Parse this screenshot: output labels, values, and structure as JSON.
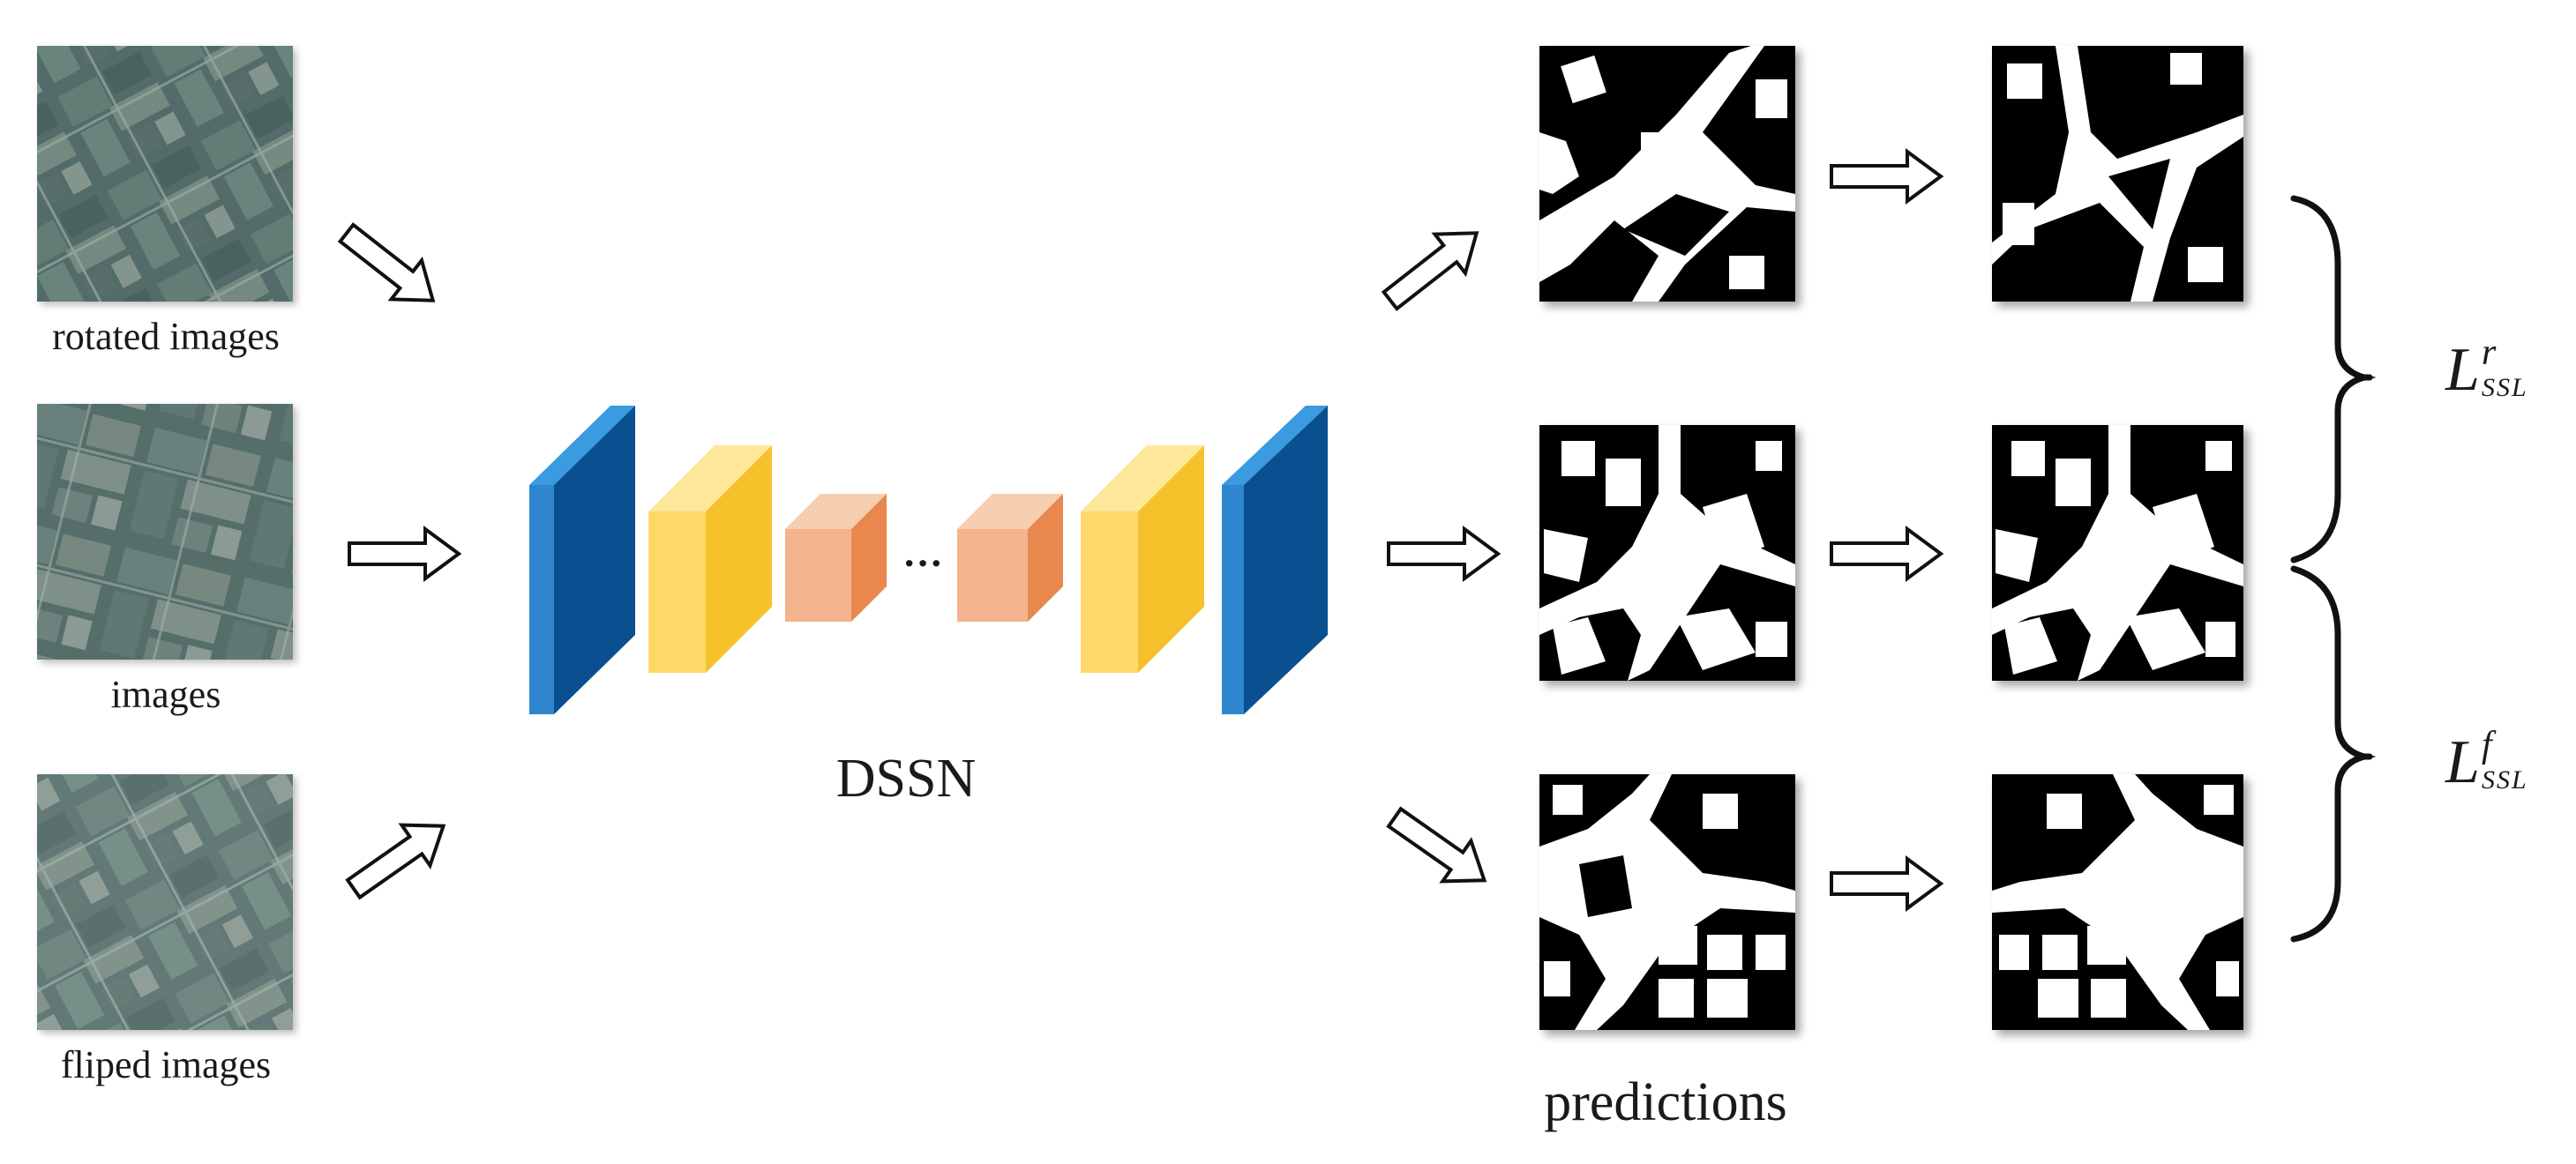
{
  "inputs": {
    "rotated_label": "rotated images",
    "images_label": "images",
    "flipped_label": "fliped images"
  },
  "network": {
    "label": "DSSN",
    "ellipsis": "···"
  },
  "outputs": {
    "predictions_label": "predictions"
  },
  "losses": {
    "rotation": {
      "base": "L",
      "sup": "r",
      "sub": "SSL"
    },
    "flip": {
      "base": "L",
      "sup": "f",
      "sub": "SSL"
    }
  },
  "colors": {
    "blue_front": "#0a4f8f",
    "blue_edge": "#3a9be0",
    "yellow_front": "#ffd86a",
    "yellow_side": "#f5c22c",
    "orange_front": "#f2b38d",
    "orange_side": "#e8884f",
    "satellite_base": "#3f5a58",
    "mask_black": "#000000",
    "mask_white": "#ffffff"
  }
}
